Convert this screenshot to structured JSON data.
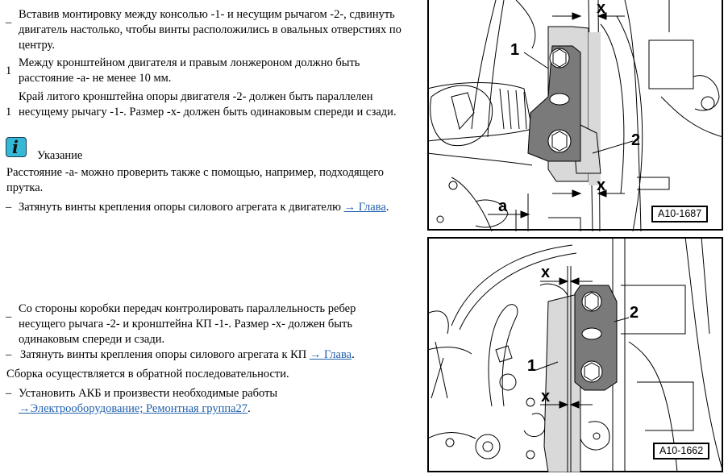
{
  "steps": [
    {
      "marker": "–",
      "text": "Вставив монтировку между консолью -1- и несущим рычагом -2-, сдвинуть двигатель настолько, чтобы винты расположились в овальных отверстиях по центру."
    },
    {
      "marker": "1",
      "text": "Между кронштейном двигателя и правым лонжероном должно быть расстояние -а- не менее 10 мм."
    },
    {
      "marker": "1",
      "text": "Край литого кронштейна опоры двигателя -2- должен быть параллелен несущему рычагу -1-. Размер -x- должен быть одинаковым спереди и сзади."
    }
  ],
  "note": {
    "icon": "info-icon",
    "icon_glyph": "i",
    "title": "Указание",
    "text": "Расстояние -а- можно проверить также с помощью, например, подходящего прутка."
  },
  "step_tighten_engine": {
    "marker": "–",
    "text": "Затянуть винты крепления опоры силового агрегата к двигателю ",
    "link": "→ Глава",
    "suffix": "."
  },
  "step_gearbox_check": {
    "marker": "–",
    "text": "Со стороны коробки передач контролировать параллельность ребер несущего рычага -2- и кронштейна КП -1-. Размер -x- должен быть одинаковым спереди и сзади."
  },
  "step_tighten_gearbox": {
    "marker": "–",
    "text": "Затянуть винты крепления опоры силового агрегата к КП ",
    "link": "→ Глава",
    "suffix": "."
  },
  "assembly_note": "Сборка осуществляется в обратной последовательности.",
  "step_battery": {
    "marker": "–",
    "text": "Установить АКБ и произвести необходимые работы ",
    "link": "→Электрооборудование; Ремонтная группа27",
    "suffix": "."
  },
  "figures": [
    {
      "id_label": "A10-1687",
      "callouts": {
        "one": "1",
        "two": "2",
        "x_top": "x",
        "x_bottom": "x",
        "a": "a"
      }
    },
    {
      "id_label": "A10-1662",
      "callouts": {
        "one": "1",
        "two": "2",
        "x_top": "x",
        "x_bottom": "x"
      }
    }
  ],
  "colors": {
    "link": "#1f5fae",
    "info_icon": "#35b8d6",
    "part_dark": "#7a7a7a",
    "part_light": "#d9d9d9"
  }
}
